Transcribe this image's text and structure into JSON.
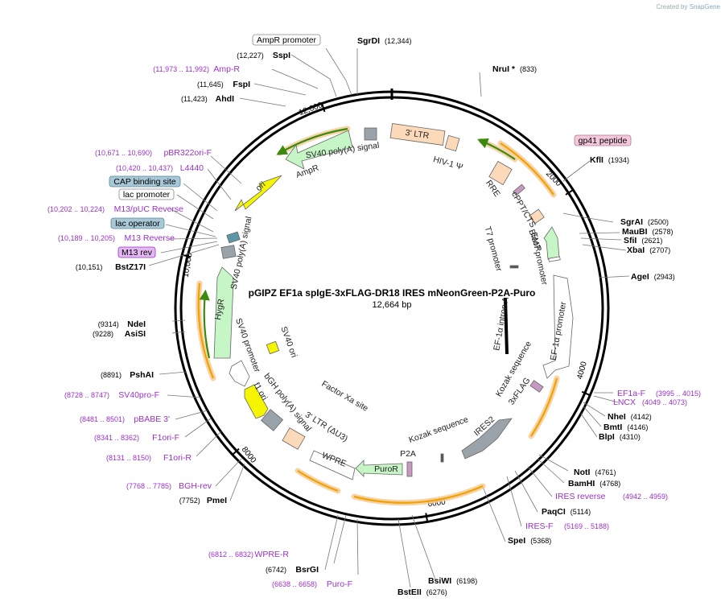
{
  "credit": {
    "prefix": "Created by",
    "brand": "SnapGene"
  },
  "map": {
    "title": "pGIPZ EF1a spIgE-3xFLAG-DR18 IRES mNeonGreen-P2A-Puro",
    "length_text": "12,664 bp",
    "total_bp": 12664,
    "colors": {
      "enzyme": "#000000",
      "primer": "#9b30c8",
      "feature_label": "#222222",
      "ring": "#000000",
      "promoter_fill": "#ffffff",
      "marker_fill": "#c6f5c6",
      "marker_arrow": "#f5f500",
      "ltr_fill": "#fcdab9",
      "grey_fill": "#9aa3aa",
      "tag_fill": "#c898c0",
      "orf_line": "#f0a200",
      "orf_arrow": "#3a8a10"
    },
    "tick_labels": [
      {
        "bp": 2000,
        "text": "2000"
      },
      {
        "bp": 4000,
        "text": "4000"
      },
      {
        "bp": 6000,
        "text": "6000"
      },
      {
        "bp": 8000,
        "text": "8000"
      },
      {
        "bp": 10000,
        "text": "10,000"
      },
      {
        "bp": 12000,
        "text": "12,000"
      }
    ],
    "enzymes": [
      {
        "name": "SgrDI",
        "pos": "(12,344)",
        "bp": 12344
      },
      {
        "name": "SspI",
        "pos": "(12,227)",
        "bp": 12227
      },
      {
        "name": "FspI",
        "pos": "(11,645)",
        "bp": 11645
      },
      {
        "name": "AhdI",
        "pos": "(11,423)",
        "bp": 11423
      },
      {
        "name": "NruI *",
        "pos": "(833)",
        "bp": 833
      },
      {
        "name": "KflI",
        "pos": "(1934)",
        "bp": 1934
      },
      {
        "name": "SgrAI",
        "pos": "(2500)",
        "bp": 2500
      },
      {
        "name": "MauBI",
        "pos": "(2578)",
        "bp": 2578
      },
      {
        "name": "SfiI",
        "pos": "(2621)",
        "bp": 2621
      },
      {
        "name": "XbaI",
        "pos": "(2707)",
        "bp": 2707
      },
      {
        "name": "AgeI",
        "pos": "(2943)",
        "bp": 2943
      },
      {
        "name": "NheI",
        "pos": "(4142)",
        "bp": 4142
      },
      {
        "name": "BmtI",
        "pos": "(4146)",
        "bp": 4146
      },
      {
        "name": "BlpI",
        "pos": "(4310)",
        "bp": 4310
      },
      {
        "name": "NotI",
        "pos": "(4761)",
        "bp": 4761
      },
      {
        "name": "BamHI",
        "pos": "(4768)",
        "bp": 4768
      },
      {
        "name": "PaqCI",
        "pos": "(5114)",
        "bp": 5114
      },
      {
        "name": "SpeI",
        "pos": "(5368)",
        "bp": 5368
      },
      {
        "name": "BsiWI",
        "pos": "(6198)",
        "bp": 6198
      },
      {
        "name": "BstEII",
        "pos": "(6276)",
        "bp": 6276
      },
      {
        "name": "BsrGI",
        "pos": "(6742)",
        "bp": 6742
      },
      {
        "name": "PmeI",
        "pos": "(7752)",
        "bp": 7752
      },
      {
        "name": "PshAI",
        "pos": "(8891)",
        "bp": 8891
      },
      {
        "name": "NdeI",
        "pos": "(9314)",
        "bp": 9314
      },
      {
        "name": "AsiSI",
        "pos": "(9228)",
        "bp": 9228
      },
      {
        "name": "BstZ17I",
        "pos": "(10,151)",
        "bp": 10151
      }
    ],
    "primers": [
      {
        "name": "Amp-R",
        "pos": "(11,973 .. 11,992)",
        "bp": 11982
      },
      {
        "name": "pBR322ori-F",
        "pos": "(10,671 .. 10,690)",
        "bp": 10680
      },
      {
        "name": "L4440",
        "pos": "(10,420 .. 10,437)",
        "bp": 10428
      },
      {
        "name": "M13/pUC Reverse",
        "pos": "(10,202 .. 10,224)",
        "bp": 10213
      },
      {
        "name": "M13 Reverse",
        "pos": "(10,189 .. 10,205)",
        "bp": 10197
      },
      {
        "name": "EF1a-F",
        "pos": "(3995 .. 4015)",
        "bp": 4005
      },
      {
        "name": "LNCX",
        "pos": "(4049 .. 4073)",
        "bp": 4061
      },
      {
        "name": "IRES reverse",
        "pos": "(4942 .. 4959)",
        "bp": 4950
      },
      {
        "name": "IRES-F",
        "pos": "(5169 .. 5188)",
        "bp": 5178
      },
      {
        "name": "SV40pro-F",
        "pos": "(8728 .. 8747)",
        "bp": 8737
      },
      {
        "name": "pBABE 3'",
        "pos": "(8481 .. 8501)",
        "bp": 8491
      },
      {
        "name": "F1ori-F",
        "pos": "(8341 .. 8362)",
        "bp": 8351
      },
      {
        "name": "F1ori-R",
        "pos": "(8131 .. 8150)",
        "bp": 8140
      },
      {
        "name": "BGH-rev",
        "pos": "(7768 .. 7785)",
        "bp": 7776
      },
      {
        "name": "WPRE-R",
        "pos": "(6812 .. 6832)",
        "bp": 6822
      },
      {
        "name": "Puro-F",
        "pos": "(6638 .. 6658)",
        "bp": 6648
      }
    ],
    "boxed_labels": [
      {
        "name": "AmpR promoter",
        "style": "white"
      },
      {
        "name": "CAP binding site",
        "style": "blue"
      },
      {
        "name": "lac promoter",
        "style": "white"
      },
      {
        "name": "lac operator",
        "style": "blue"
      },
      {
        "name": "M13 rev",
        "style": "purple"
      },
      {
        "name": "gp41 peptide",
        "style": "pink"
      }
    ],
    "features": [
      {
        "name": "3' LTR",
        "kind": "ltr"
      },
      {
        "name": "HIV-1 Ψ",
        "kind": "text"
      },
      {
        "name": "SV40 poly(A) signal",
        "kind": "text"
      },
      {
        "name": "AmpR",
        "kind": "marker"
      },
      {
        "name": "ori",
        "kind": "yellow"
      },
      {
        "name": "RRE",
        "kind": "ltr"
      },
      {
        "name": "cPPT/CTS",
        "kind": "text"
      },
      {
        "name": "BleoR",
        "kind": "marker"
      },
      {
        "name": "EM7 promoter",
        "kind": "text"
      },
      {
        "name": "T7 promoter",
        "kind": "text"
      },
      {
        "name": "EF-1α promoter",
        "kind": "promoter"
      },
      {
        "name": "EF-1α intron A",
        "kind": "text"
      },
      {
        "name": "Kozak sequence",
        "kind": "text"
      },
      {
        "name": "3xFLAG",
        "kind": "tag"
      },
      {
        "name": "IRES2",
        "kind": "grey"
      },
      {
        "name": "Kozak sequence",
        "kind": "text"
      },
      {
        "name": "P2A",
        "kind": "text"
      },
      {
        "name": "PuroR",
        "kind": "marker"
      },
      {
        "name": "WPRE",
        "kind": "promoter"
      },
      {
        "name": "3' LTR (ΔU3)",
        "kind": "ltr"
      },
      {
        "name": "Factor Xa site",
        "kind": "text"
      },
      {
        "name": "bGH poly(A) signal",
        "kind": "text"
      },
      {
        "name": "f1 ori",
        "kind": "yellow"
      },
      {
        "name": "SV40 promoter",
        "kind": "promoter"
      },
      {
        "name": "SV40 ori",
        "kind": "text"
      },
      {
        "name": "HygR",
        "kind": "marker"
      },
      {
        "name": "SV40 poly(A) signal",
        "kind": "text"
      }
    ]
  }
}
